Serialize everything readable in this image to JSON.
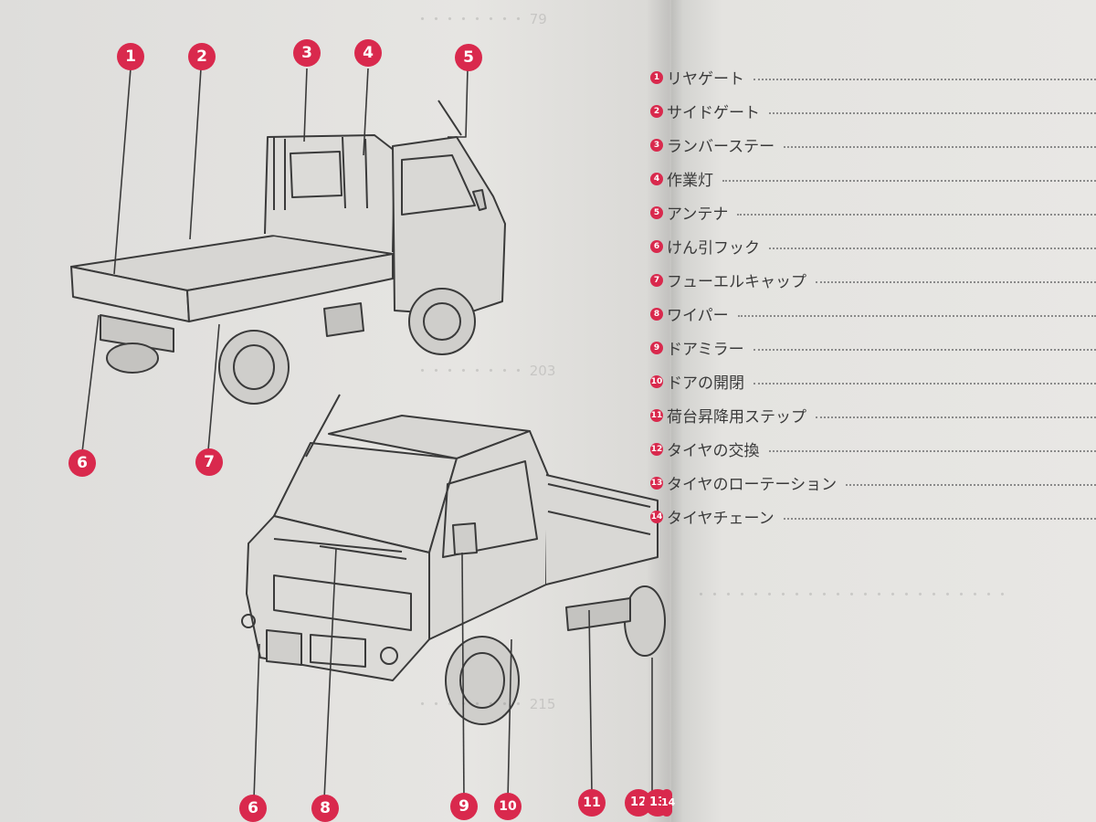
{
  "legend": [
    {
      "num": "1",
      "label": "リヤゲート"
    },
    {
      "num": "2",
      "label": "サイドゲート"
    },
    {
      "num": "3",
      "label": "ランバーステー"
    },
    {
      "num": "4",
      "label": "作業灯"
    },
    {
      "num": "5",
      "label": "アンテナ"
    },
    {
      "num": "6",
      "label": "けん引フック"
    },
    {
      "num": "7",
      "label": "フューエルキャップ"
    },
    {
      "num": "8",
      "label": "ワイパー"
    },
    {
      "num": "9",
      "label": "ドアミラー"
    },
    {
      "num": "10",
      "label": "ドアの開閉"
    },
    {
      "num": "11",
      "label": "荷台昇降用ステップ"
    },
    {
      "num": "12",
      "label": "タイヤの交換"
    },
    {
      "num": "13",
      "label": "タイヤのローテーション"
    },
    {
      "num": "14",
      "label": "タイヤチェーン"
    }
  ],
  "rear_view_callouts": {
    "top": [
      "1",
      "2",
      "3",
      "4",
      "5"
    ],
    "bottom": [
      "6",
      "7"
    ]
  },
  "front_view_callouts": {
    "bottom": [
      "6",
      "8",
      "9",
      "10",
      "11",
      "12",
      "13",
      "14"
    ]
  },
  "colors": {
    "callout": "#d9294d",
    "paper": "#e6e5e2",
    "line_art": "#3a3a3a"
  }
}
